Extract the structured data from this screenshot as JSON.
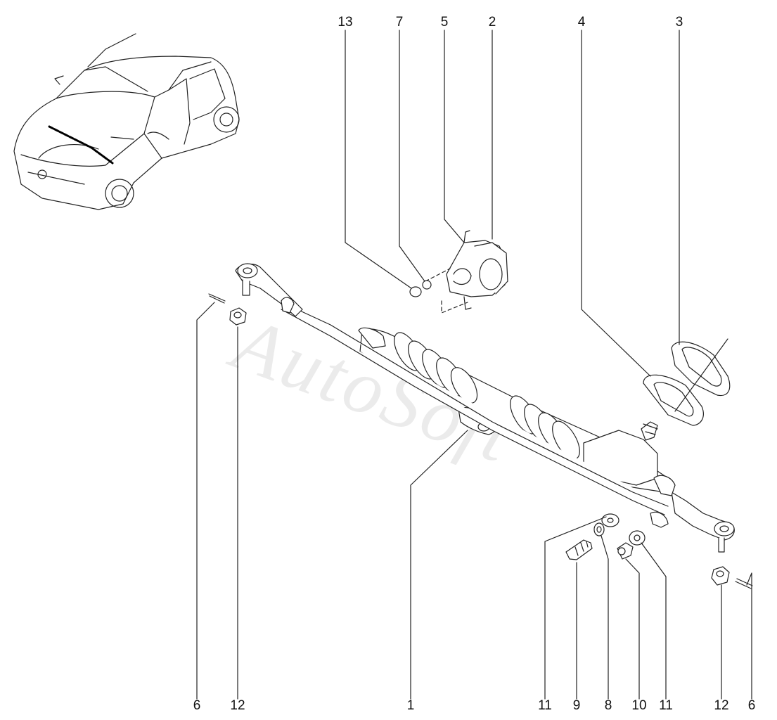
{
  "watermark": "AutoSoft",
  "callouts": {
    "c13_top": "13",
    "c7_top": "7",
    "c5_top": "5",
    "c2_top": "2",
    "c4_top": "4",
    "c3_top": "3",
    "c6_left": "6",
    "c12_left": "12",
    "c1": "1",
    "c11_a": "11",
    "c9": "9",
    "c8": "8",
    "c10": "10",
    "c11_b": "11",
    "c12_right": "12",
    "c6_right": "6"
  },
  "colors": {
    "line": "#222222",
    "fill": "#ffffff",
    "watermark": "#bbbbbb"
  }
}
